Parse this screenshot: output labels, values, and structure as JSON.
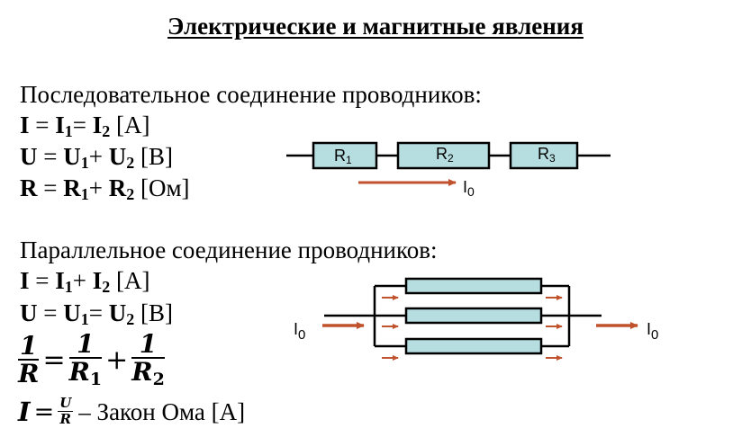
{
  "title": "Электрические и магнитные явления",
  "series_section": {
    "heading": "Последовательное соединение проводников:",
    "formula1": {
      "lhs": "I",
      "eq": " = ",
      "t1": "I",
      "s1": "1",
      "eq2": "= ",
      "t2": "I",
      "s2": "2",
      "unit": " [А]"
    },
    "formula2": {
      "lhs": "U",
      "eq": " = ",
      "t1": "U",
      "s1": "1",
      "plus": "+ ",
      "t2": "U",
      "s2": "2",
      "unit": " [В]"
    },
    "formula3": {
      "lhs": "R",
      "eq": " = ",
      "t1": "R",
      "s1": "1",
      "plus": "+ ",
      "t2": "R",
      "s2": "2",
      "unit": " [Ом]"
    },
    "diagram": {
      "r1": "R",
      "r1s": "1",
      "r2": "R",
      "r2s": "2",
      "r3": "R",
      "r3s": "3",
      "current": "I",
      "current_sub": "0"
    }
  },
  "parallel_section": {
    "heading": "Параллельное соединение проводников:",
    "formula1": {
      "lhs": "I",
      "eq": " = ",
      "t1": "I",
      "s1": "1",
      "plus": "+ ",
      "t2": "I",
      "s2": "2",
      "unit": " [А]"
    },
    "formula2": {
      "lhs": "U",
      "eq": " = ",
      "t1": "U",
      "s1": "1",
      "eq2": "= ",
      "t2": "U",
      "s2": "2",
      "unit": " [В]"
    },
    "formula3": {
      "one": "1",
      "R": "R",
      "equals": "=",
      "R1": "R",
      "R1s": "1",
      "plus": "+",
      "R2": "R",
      "R2s": "2"
    },
    "ohm": {
      "I": "I",
      "equals": "=",
      "U": "U",
      "R": "R",
      "text": " – Закон Ома [А]"
    },
    "diagram": {
      "in_label": "I",
      "in_sub": "0",
      "out_label": "I",
      "out_sub": "0"
    }
  },
  "colors": {
    "resistor_fill": "#b6dde0",
    "arrow": "#c0522d",
    "wire": "#000000"
  }
}
